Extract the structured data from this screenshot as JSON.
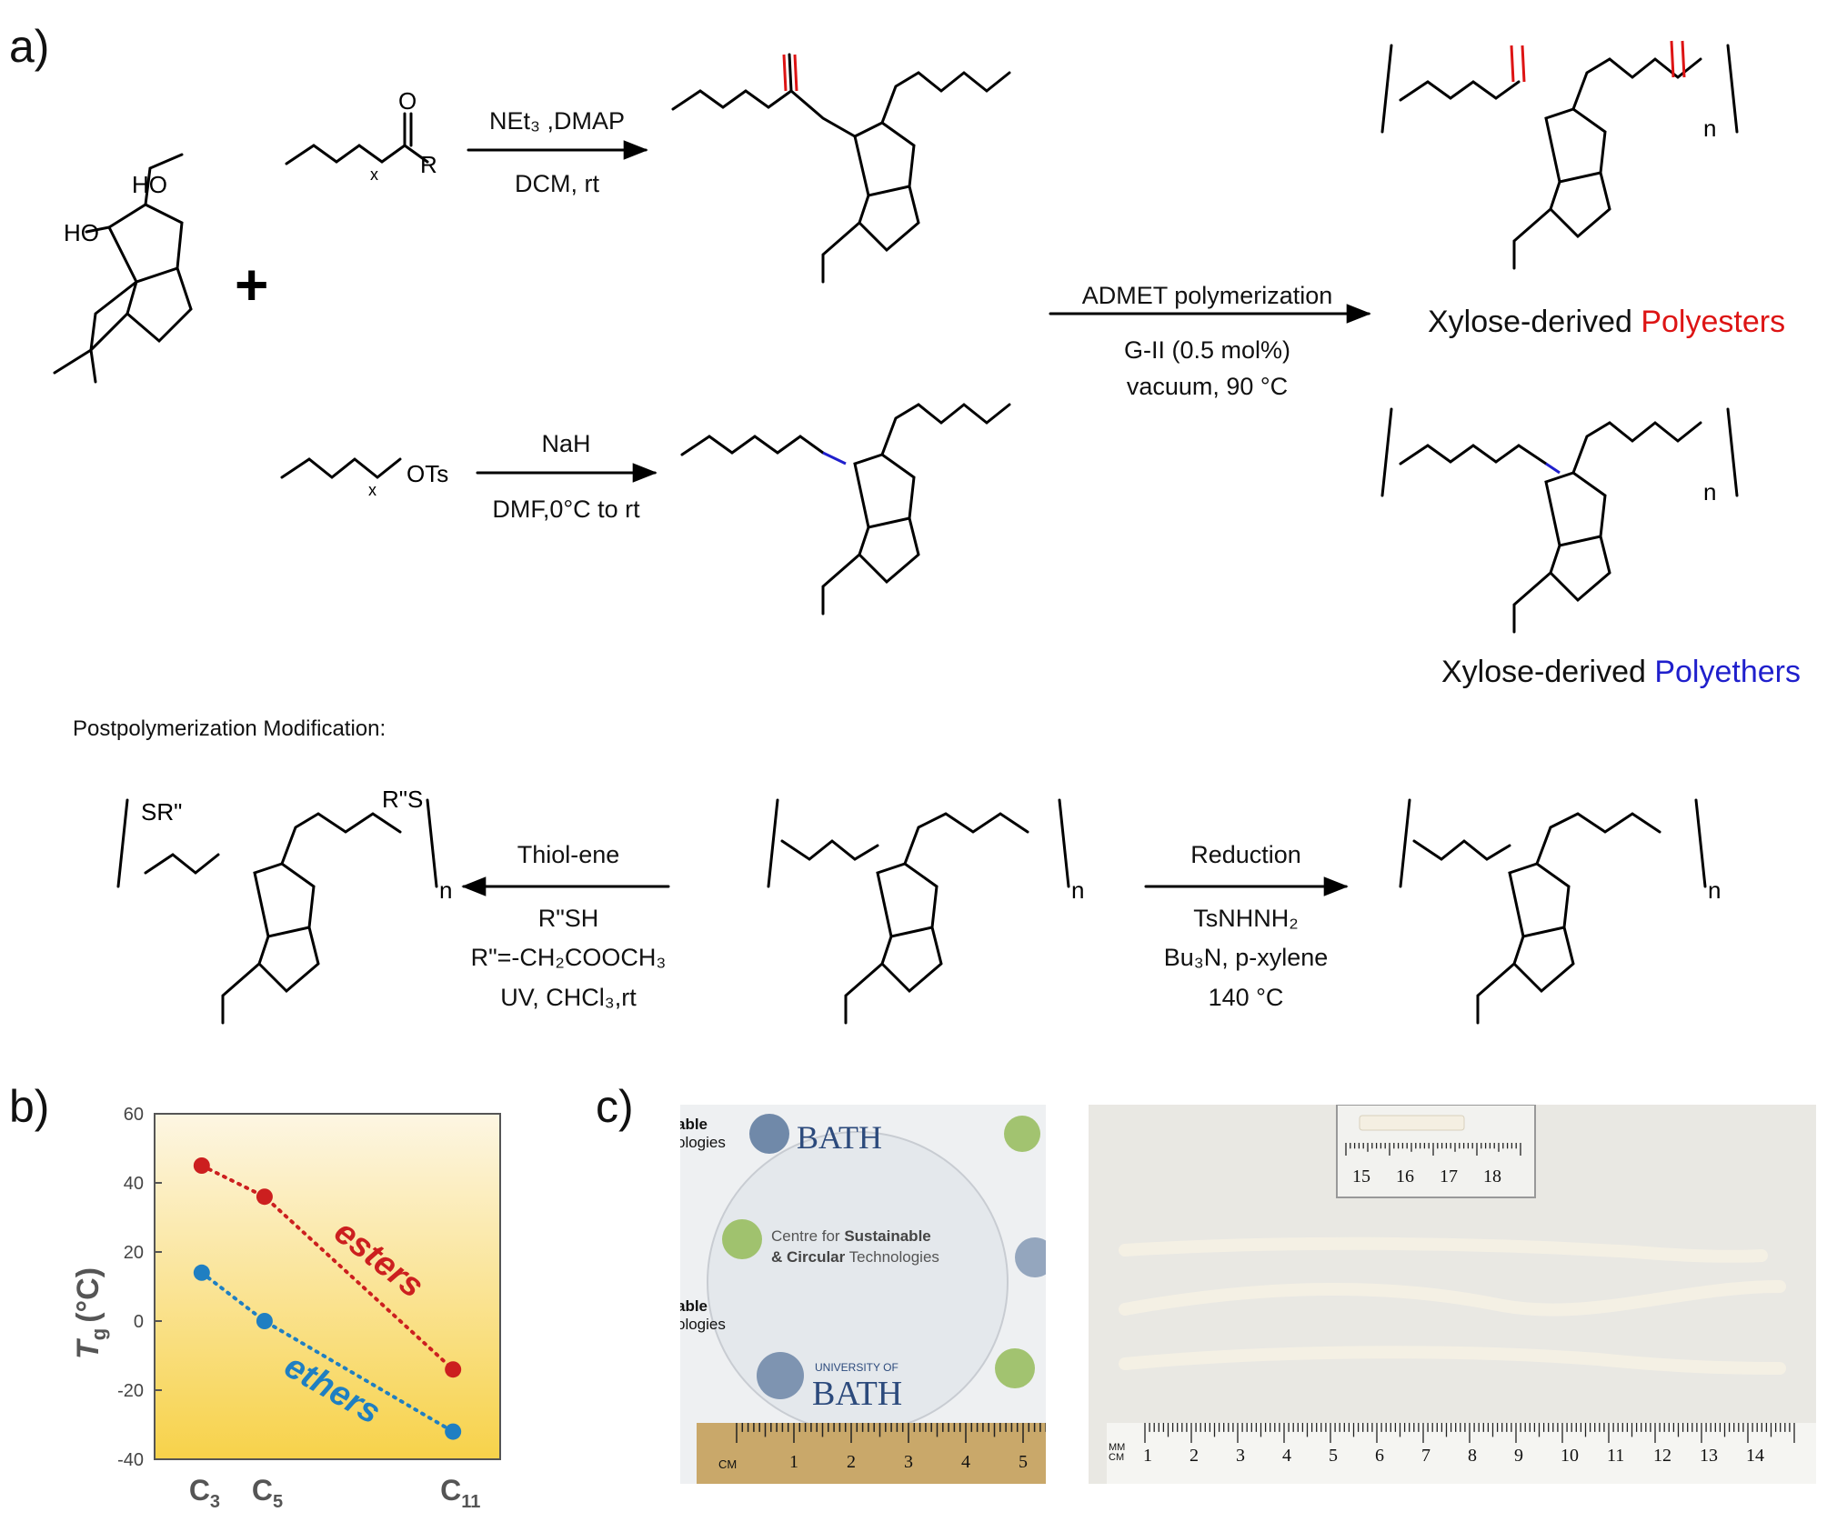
{
  "panels": {
    "a": "a)",
    "b": "b)",
    "c": "c)"
  },
  "scheme": {
    "reagent_labels": {
      "R": "R",
      "x": "x",
      "OTs": "OTs",
      "HO": "HO",
      "O": "O",
      "n": "n",
      "plus": "+"
    },
    "step1": {
      "line1": "NEt₃ ,DMAP",
      "line2": "DCM, rt"
    },
    "step2": {
      "line1": "NaH",
      "line2": "DMF,0°C to rt"
    },
    "admet": {
      "line1": "ADMET polymerization",
      "line2": "G-II (0.5 mol%)",
      "line3": "vacuum, 90 °C"
    },
    "polyester": {
      "prefix": "Xylose-derived",
      "word": "Polyesters"
    },
    "polyether": {
      "prefix": "Xylose-derived",
      "word": "Polyethers"
    },
    "ppm_title": "Postpolymerization Modification:",
    "thiolene": {
      "line1": "Thiol-ene",
      "line2": "R\"SH",
      "line3": "R\"=-CH₂COOCH₃",
      "line4": "UV, CHCl₃,rt"
    },
    "reduction": {
      "line1": "Reduction",
      "line2": "TsNHNH₂",
      "line3": "Bu₃N, p-xylene",
      "line4": "140 °C"
    },
    "side_labels": {
      "SR": "SR\"",
      "RS": "R\"S"
    }
  },
  "chart_data": {
    "type": "scatter",
    "ylabel": "Tg (°C)",
    "ylabel_main": "T",
    "ylabel_sub": "g",
    "ylabel_unit": "(°C)",
    "ylim": [
      -40,
      60
    ],
    "yticks": [
      "60",
      "40",
      "20",
      "0",
      "-20",
      "-40"
    ],
    "categories": [
      "C3",
      "C5",
      "C11"
    ],
    "category_labels": [
      {
        "main": "C",
        "sub": "3"
      },
      {
        "main": "C",
        "sub": "5"
      },
      {
        "main": "C",
        "sub": "11"
      }
    ],
    "series": [
      {
        "name": "esters",
        "x": [
          3,
          5,
          11
        ],
        "values": [
          45,
          36,
          -14
        ],
        "color": "#cc1f1f"
      },
      {
        "name": "ethers",
        "x": [
          3,
          5,
          11
        ],
        "values": [
          14,
          0,
          -32
        ],
        "color": "#1f7fc2"
      }
    ]
  },
  "photos": {
    "left": {
      "logo_text": "BATH",
      "centre_line1": "Centre for",
      "centre_bold1": "Sustainable",
      "centre_line2": "& Circular",
      "centre_rest2": "Technologies",
      "univ": "UNIVERSITY OF",
      "univ_bath": "BATH",
      "edge1": "able",
      "edge2": "ologies",
      "edge3": "able",
      "edge4": "ologies",
      "ruler_unit": "CM",
      "ruler_numbers": [
        "1",
        "2",
        "3",
        "4",
        "5"
      ]
    },
    "right": {
      "inset_numbers": [
        "15",
        "16",
        "17",
        "18"
      ],
      "ruler_unit_top": "MM",
      "ruler_unit_bottom": "CM",
      "ruler_numbers": [
        "1",
        "2",
        "3",
        "4",
        "5",
        "6",
        "7",
        "8",
        "9",
        "10",
        "11",
        "12",
        "13",
        "14"
      ]
    }
  },
  "colors": {
    "ester": "#dd1414",
    "ether": "#1f1fcc"
  }
}
